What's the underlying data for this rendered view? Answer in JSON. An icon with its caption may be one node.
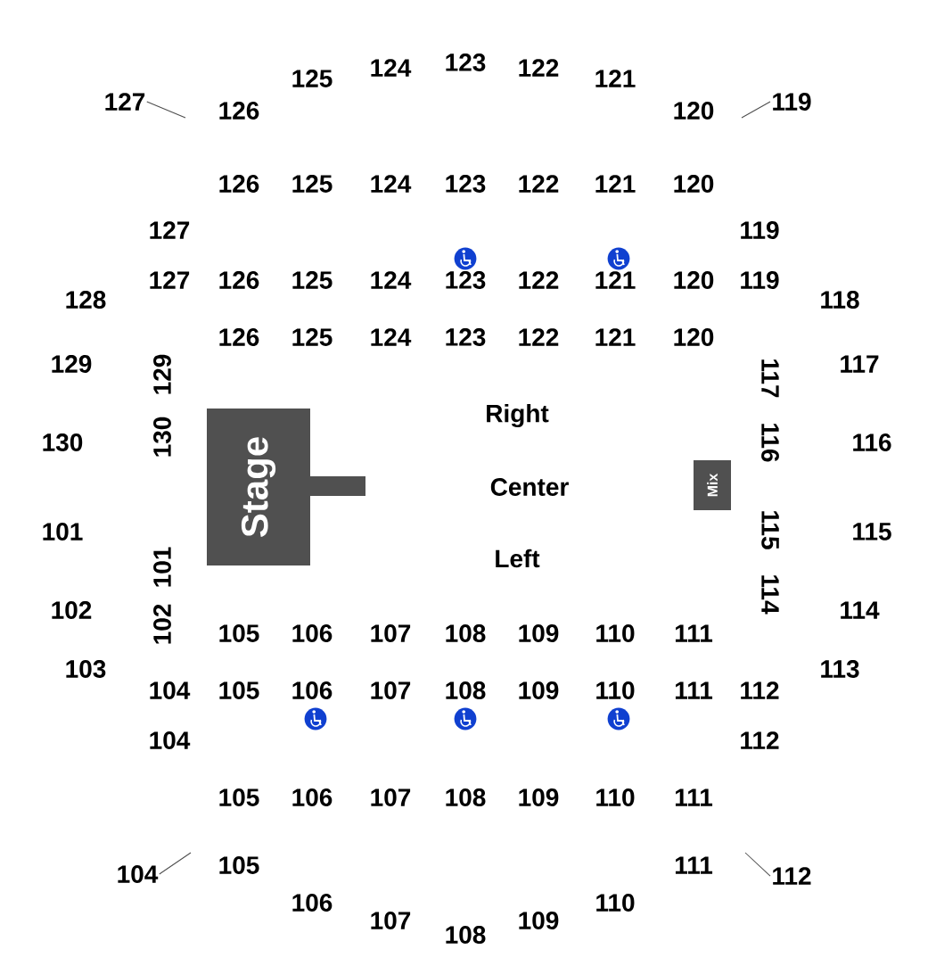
{
  "diagram": {
    "nodes": [
      {
        "text": [
          "Stage"
        ]
      },
      {
        "text": [
          "Mix"
        ]
      },
      {
        "text": [
          "127"
        ]
      },
      {
        "text": [
          "119"
        ]
      },
      {
        "text": [
          "104"
        ]
      },
      {
        "text": [
          "112"
        ]
      }
    ],
    "edges": [
      {
        "from": 2,
        "to": null,
        "arrow": "none"
      },
      {
        "from": 3,
        "to": null,
        "arrow": "none"
      },
      {
        "from": 4,
        "to": null,
        "arrow": "none"
      },
      {
        "from": 5,
        "to": null,
        "arrow": "none"
      }
    ],
    "labels": [
      "125",
      "124",
      "123",
      "122",
      "121",
      "126",
      "120",
      "126",
      "125",
      "124",
      "123",
      "122",
      "121",
      "120",
      "127",
      "119",
      "127",
      "126",
      "125",
      "124",
      "123",
      "122",
      "121",
      "120",
      "119",
      "128",
      "118",
      "126",
      "125",
      "124",
      "123",
      "122",
      "121",
      "120",
      "129",
      "129",
      "117",
      "117",
      "130",
      "130",
      "Right",
      "116",
      "116",
      "Center",
      "101",
      "115",
      "115",
      "101",
      "Left",
      "114",
      "102",
      "102",
      "114",
      "105",
      "106",
      "107",
      "108",
      "109",
      "110",
      "111",
      "103",
      "113",
      "104",
      "105",
      "106",
      "107",
      "108",
      "109",
      "110",
      "111",
      "112",
      "104",
      "112",
      "105",
      "106",
      "107",
      "108",
      "109",
      "110",
      "111",
      "105",
      "111",
      "106",
      "110",
      "107",
      "109",
      "108"
    ]
  }
}
